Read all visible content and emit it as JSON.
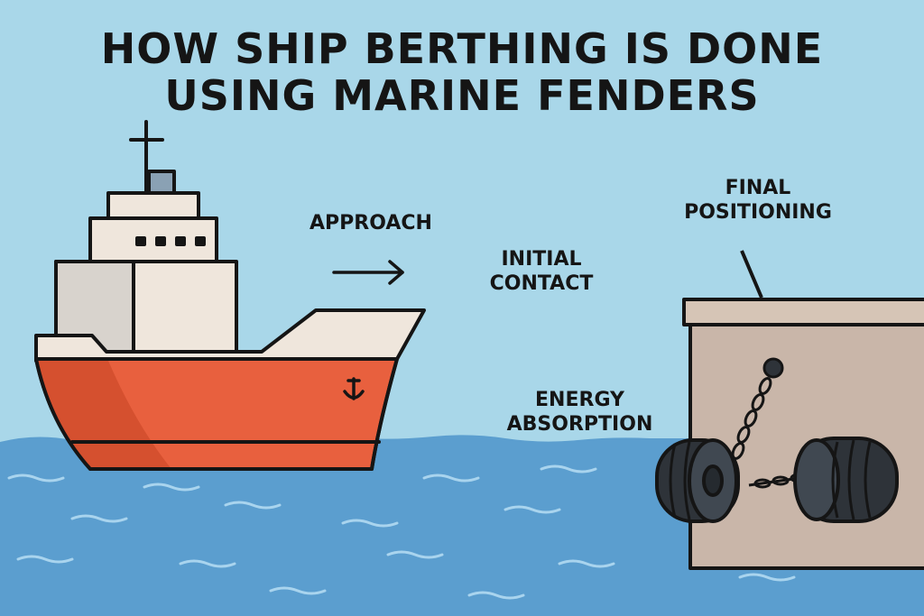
{
  "title": {
    "line1": "HOW SHIP BERTHING IS DONE",
    "line2": "USING MARINE FENDERS"
  },
  "stages": {
    "approach": "APPROACH",
    "initial_contact": [
      "INITIAL",
      "CONTACT"
    ],
    "final_positioning": [
      "FINAL",
      "POSITIONING"
    ],
    "energy_absorption": [
      "ENERGY",
      "ABSORPTION"
    ]
  },
  "icons": {
    "ship": "cargo-ship-icon",
    "anchor": "anchor-icon",
    "arrow": "arrow-right-icon",
    "quay": "quay-wall-icon",
    "fender": "cylindrical-fender-icon",
    "chain": "chain-icon"
  },
  "colors": {
    "sky": "#a9d7e9",
    "sea": "#5b9ecf",
    "hull": "#e8603e",
    "superstructure": "#efe6dc",
    "quay": "#c9b6a9",
    "fender": "#2e3339"
  }
}
